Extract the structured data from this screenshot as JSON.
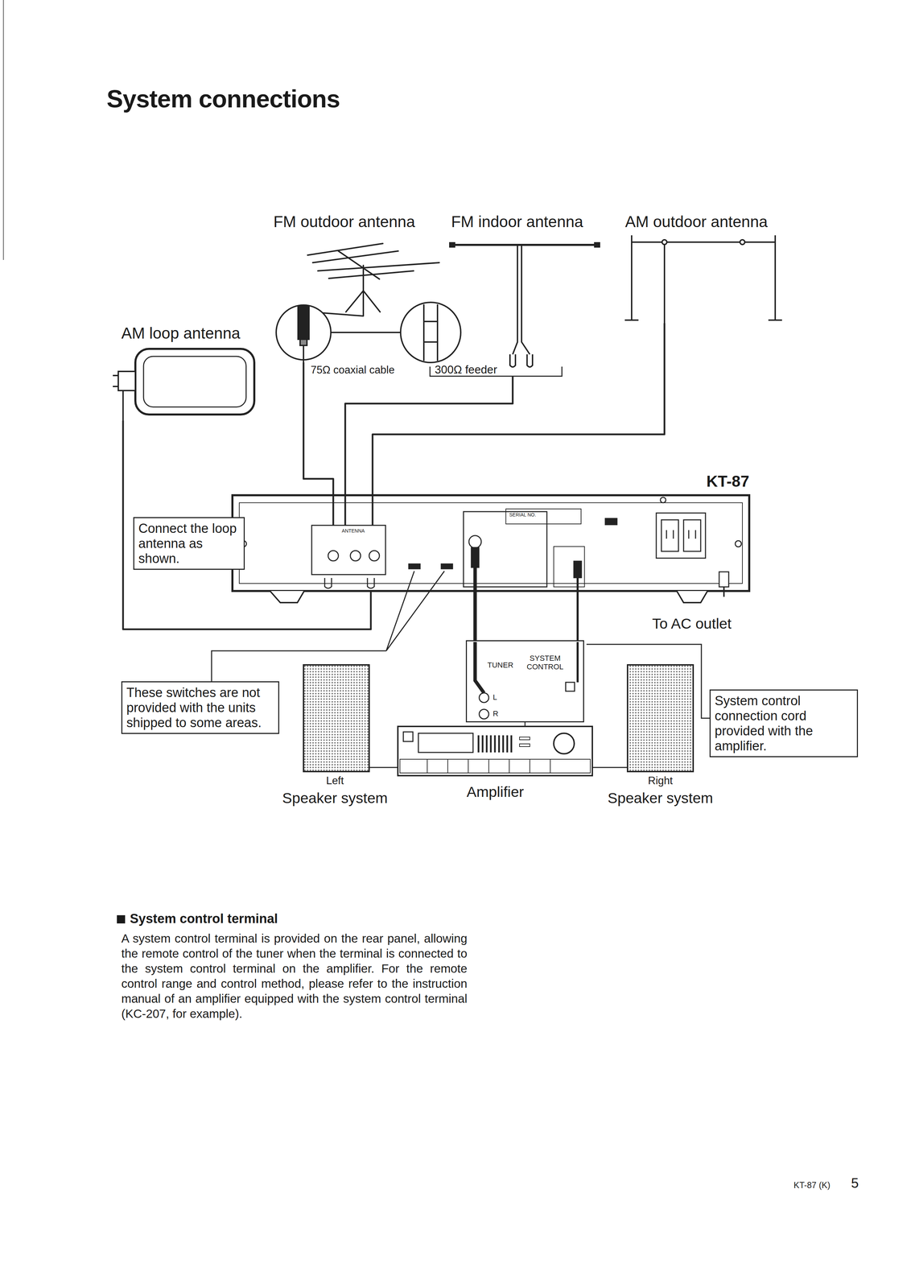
{
  "diagram": {
    "title": "System connections",
    "nodes": [
      {
        "text": [
          "FM outdoor antenna"
        ]
      },
      {
        "text": [
          "FM indoor antenna"
        ]
      },
      {
        "text": [
          "AM outdoor antenna"
        ]
      },
      {
        "text": [
          "AM loop antenna"
        ]
      },
      {
        "text": [
          "KT-87"
        ]
      },
      {
        "text": [
          "Connect the loop antenna as shown."
        ]
      },
      {
        "text": [
          "TUNER",
          "SYSTEM CONTROL"
        ]
      },
      {
        "text": [
          "These switches are not provided with the units shipped to some areas."
        ]
      },
      {
        "text": [
          "System control connection cord provided with the amplifier."
        ]
      },
      {
        "text": [
          "Left",
          "Speaker system"
        ]
      },
      {
        "text": [
          "Amplifier"
        ]
      },
      {
        "text": [
          "Right",
          "Speaker system"
        ]
      }
    ],
    "edges": [
      {
        "from": 0,
        "to": 4,
        "arrow": "none",
        "label": "75Ω coaxial cable"
      },
      {
        "from": 1,
        "to": 4,
        "arrow": "none",
        "label": "300Ω feeder"
      },
      {
        "from": 2,
        "to": 4,
        "arrow": "none"
      },
      {
        "from": 3,
        "to": 4,
        "arrow": "none"
      },
      {
        "from": 4,
        "to": 6,
        "arrow": "none"
      },
      {
        "from": 4,
        "to": 6,
        "arrow": "none"
      }
    ],
    "labels": [
      "To AC outlet",
      "System control terminal",
      "A system control terminal is provided on the rear panel, allowing the remote control of the tuner when the terminal is connected to the system control terminal on the amplifier. For the remote control range and control method, please refer to the instruction manual of an amplifier equipped with the system control terminal (KC-207, for example).",
      "KT-87 (K)",
      "5",
      "ANTENNA",
      "SERIAL NO.",
      "L",
      "R"
    ]
  }
}
